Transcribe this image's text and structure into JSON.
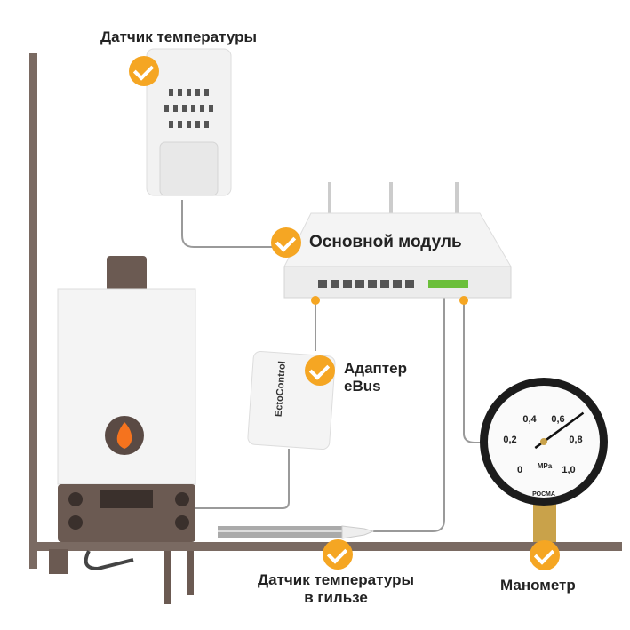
{
  "labels": {
    "room_sensor": "Датчик температуры",
    "main_module": "Основной модуль",
    "adapter_line1": "Адаптер",
    "adapter_line2": "eBus",
    "immersion_sensor_line1": "Датчик температуры",
    "immersion_sensor_line2": "в гильзе",
    "manometer": "Манометр"
  },
  "adapter_logo": "EctoControl",
  "gauge": {
    "ticks": [
      "0",
      "0,2",
      "0,4",
      "0,6",
      "0,8",
      "1,0"
    ],
    "unit": "MPa",
    "brand": "РОСМА",
    "reading": 0.7
  },
  "colors": {
    "accent": "#f5a623",
    "pipe": "#7a6a62",
    "wire": "#9a9a9a",
    "boiler_dark": "#6b5a52"
  }
}
